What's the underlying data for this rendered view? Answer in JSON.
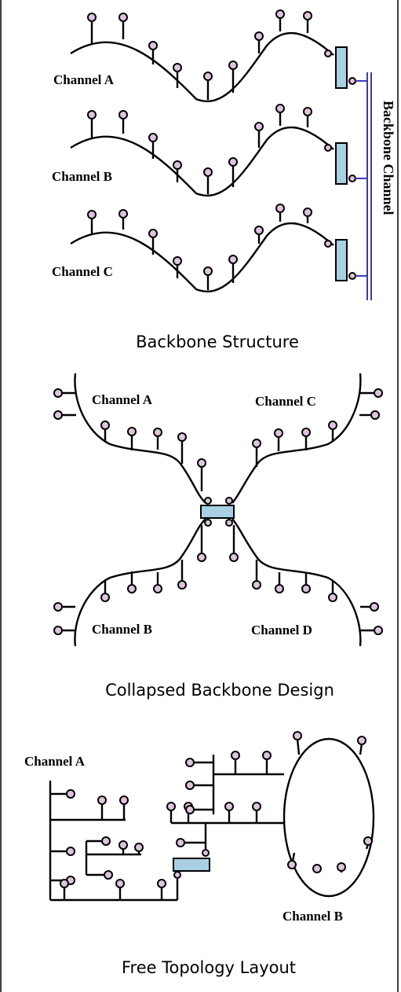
{
  "colors": {
    "node_fill": "#dcc4dc",
    "device_fill": "#a9cfe3",
    "backbone_line": "#3a3ab0"
  },
  "backbone_structure": {
    "caption": "Backbone Structure",
    "channels": [
      "Channel A",
      "Channel B",
      "Channel C"
    ],
    "backbone_label": "Backbone Channel"
  },
  "collapsed_backbone": {
    "caption": "Collapsed Backbone Design",
    "channels": [
      "Channel A",
      "Channel C",
      "Channel B",
      "Channel D"
    ]
  },
  "free_topology": {
    "caption": "Free Topology Layout",
    "channels": [
      "Channel A",
      "Channel B"
    ]
  }
}
